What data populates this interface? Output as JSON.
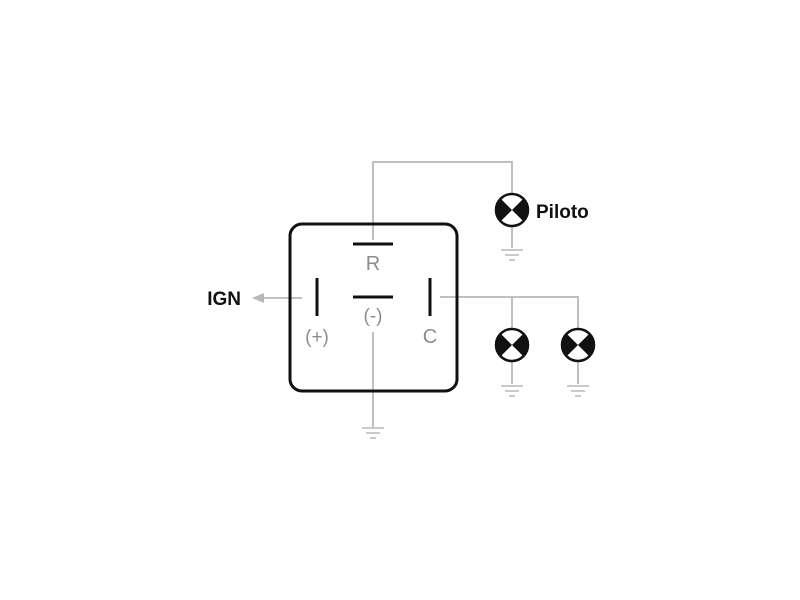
{
  "labels": {
    "ign": "IGN",
    "piloto": "Piloto",
    "r": "R",
    "minus": "(-)",
    "plus": "(+)",
    "c": "C"
  },
  "colors": {
    "wire": "#b8b8b8",
    "terminal_text": "#8c8c8c",
    "outline": "#111111"
  }
}
